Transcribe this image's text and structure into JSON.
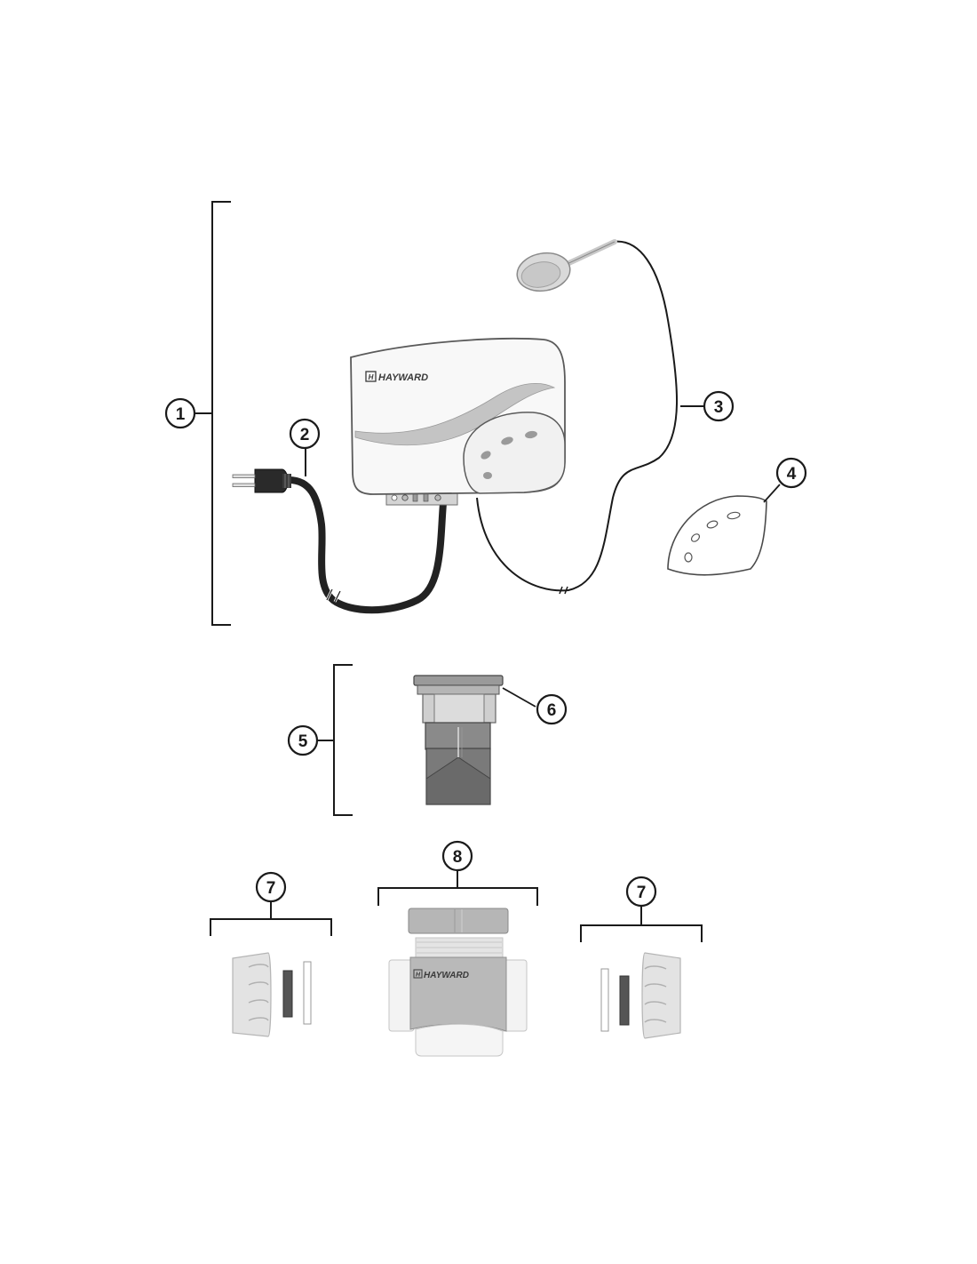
{
  "brand": {
    "logo_text": "HAYWARD",
    "logo_mark": "H"
  },
  "callouts": [
    "1",
    "2",
    "3",
    "4",
    "5",
    "6",
    "7",
    "8",
    "7"
  ],
  "colors": {
    "line": "#1a1a1a",
    "light_part": "#e6e6e6",
    "mid_part": "#b9b9b9",
    "dark_part": "#6f6f6f",
    "cord": "#222222",
    "swoosh": "#c4c4c4"
  }
}
